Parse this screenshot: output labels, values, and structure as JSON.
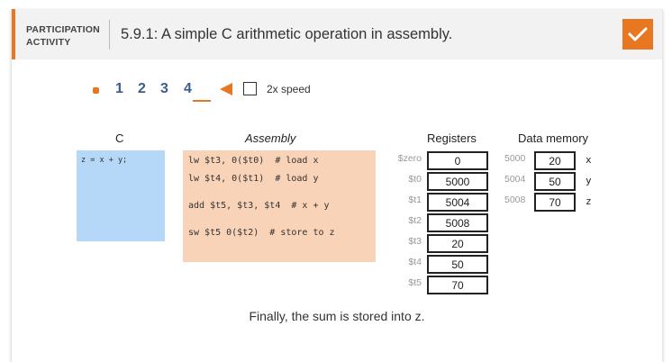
{
  "header": {
    "participation_label": "PARTICIPATION ACTIVITY",
    "activity_title": "5.9.1: A simple C arithmetic operation in assembly.",
    "completed_icon": "check-icon",
    "accent_color": "#e87722"
  },
  "steps": {
    "numbers": [
      "1",
      "2",
      "3",
      "4"
    ],
    "current": "4",
    "speed_label": "2x speed",
    "speed_checked": false
  },
  "c_section": {
    "heading": "C",
    "code": "z = x + y;"
  },
  "assembly_section": {
    "heading": "Assembly",
    "lines": [
      "lw $t3, 0($t0)  # load x",
      "lw $t4, 0($t1)  # load y",
      "add $t5, $t3, $t4  # x + y",
      "sw $t5 0($t2)  # store to z"
    ]
  },
  "registers": {
    "heading": "Registers",
    "items": [
      {
        "name": "$zero",
        "value": "0"
      },
      {
        "name": "$t0",
        "value": "5000"
      },
      {
        "name": "$t1",
        "value": "5004"
      },
      {
        "name": "$t2",
        "value": "5008"
      },
      {
        "name": "$t3",
        "value": "20"
      },
      {
        "name": "$t4",
        "value": "50"
      },
      {
        "name": "$t5",
        "value": "70"
      }
    ]
  },
  "memory": {
    "heading": "Data memory",
    "items": [
      {
        "address": "5000",
        "value": "20",
        "variable": "x"
      },
      {
        "address": "5004",
        "value": "50",
        "variable": "y"
      },
      {
        "address": "5008",
        "value": "70",
        "variable": "z"
      }
    ]
  },
  "caption": "Finally, the sum is stored into z.",
  "colors": {
    "c_code_bg": "#b5d7f8",
    "assembly_bg": "#f8d3b8",
    "step_color": "#3a5e8c"
  }
}
